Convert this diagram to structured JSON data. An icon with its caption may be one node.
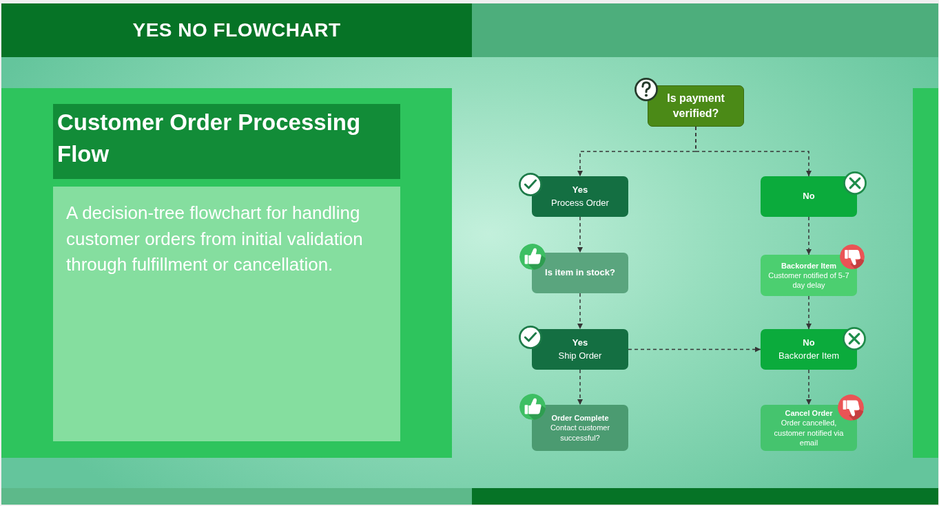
{
  "diagram": {
    "title": "YES NO FLOWCHART",
    "nodes": [
      {
        "text": [
          "Customer Order Processing Flow"
        ]
      },
      {
        "text": [
          "A decision-tree flowchart for handling customer orders from initial validation through fulfillment or cancellation."
        ]
      },
      {
        "text": [
          "Is payment verified?"
        ]
      },
      {
        "text": [
          "Yes",
          "Process Order"
        ]
      },
      {
        "text": [
          "No"
        ]
      },
      {
        "text": [
          "Is item in stock?"
        ]
      },
      {
        "text": [
          "Backorder Item",
          "Customer notified of 5-7 day delay"
        ]
      },
      {
        "text": [
          "Yes",
          "Ship Order"
        ]
      },
      {
        "text": [
          "No",
          "Backorder Item"
        ]
      },
      {
        "text": [
          "Order Complete",
          "Contact customer successful?"
        ]
      },
      {
        "text": [
          "Cancel Order",
          "Order cancelled, customer notified via email"
        ]
      }
    ],
    "edges": [
      {
        "from": 2,
        "to": 3,
        "arrow": "to",
        "style": "dashed"
      },
      {
        "from": 2,
        "to": 4,
        "arrow": "to",
        "style": "dashed"
      },
      {
        "from": 3,
        "to": 5,
        "arrow": "to",
        "style": "dashed"
      },
      {
        "from": 4,
        "to": 6,
        "arrow": "to",
        "style": "dashed"
      },
      {
        "from": 5,
        "to": 7,
        "arrow": "to",
        "style": "dashed"
      },
      {
        "from": 6,
        "to": 8,
        "arrow": "to",
        "style": "dashed"
      },
      {
        "from": 7,
        "to": 8,
        "arrow": "to",
        "style": "dashed"
      },
      {
        "from": 7,
        "to": 9,
        "arrow": "to",
        "style": "dashed"
      },
      {
        "from": 8,
        "to": 10,
        "arrow": "to",
        "style": "dashed"
      }
    ]
  }
}
